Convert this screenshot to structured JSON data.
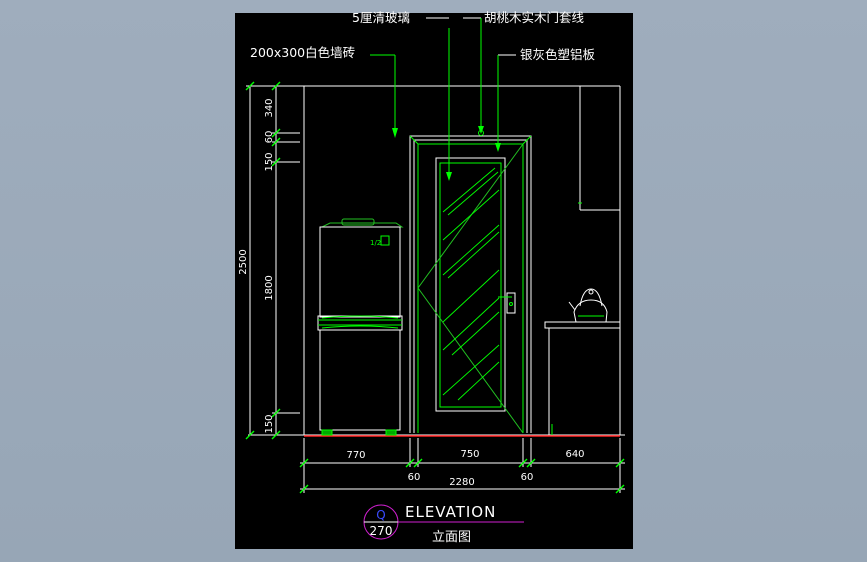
{
  "colors": {
    "background": "#9aa8b8",
    "sheet": "#000000",
    "line_white": "#ffffff",
    "line_green": "#00ff00",
    "line_green_dim": "#22c022",
    "accent_magenta": "#d020d0",
    "floor_red": "#ff2020",
    "tag_blue": "#3a4cff"
  },
  "annotations": {
    "glass": "5厘清玻璃",
    "door_frame": "胡桃木实木门套线",
    "tile": "200x300白色墙砖",
    "panel": "银灰色塑铝板"
  },
  "dimensions": {
    "vertical_total": "2500",
    "v_340": "340",
    "v_60": "60",
    "v_150_top": "150",
    "v_1800": "1800",
    "v_150_bottom": "150",
    "h_770": "770",
    "h_750": "750",
    "h_640": "640",
    "h_60_left": "60",
    "h_60_right": "60",
    "h_total": "2280"
  },
  "title": {
    "label_en": "ELEVATION",
    "label_cn": "立面图",
    "tag_top": "Q",
    "tag_bottom": "270"
  },
  "fridge": {
    "brand_mark": "1/2"
  }
}
